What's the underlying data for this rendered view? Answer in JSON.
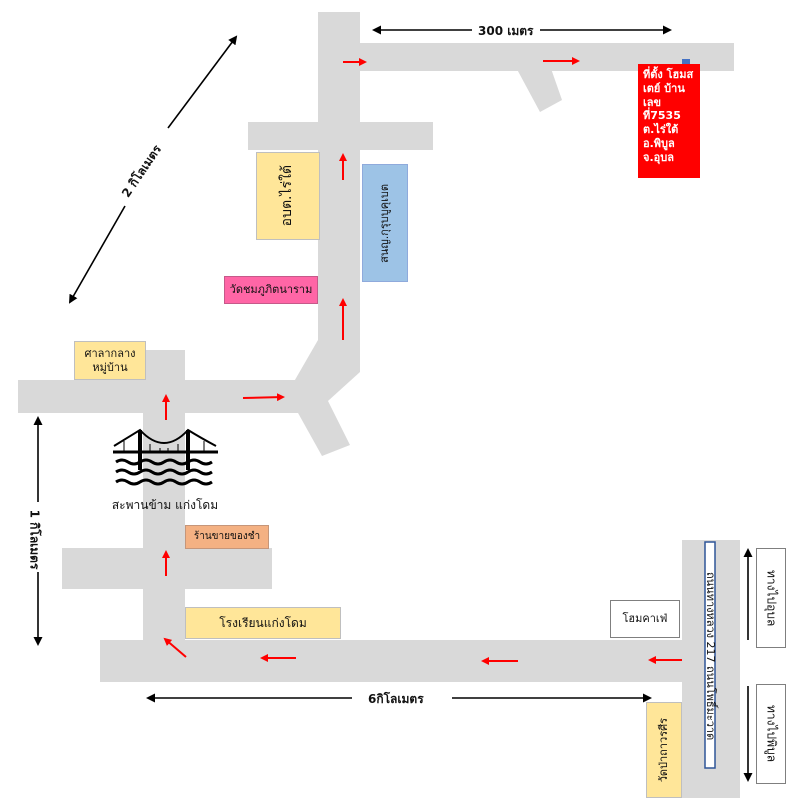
{
  "map": {
    "distances": {
      "top": "300 เมตร",
      "diagonal": "2 กิโลเมตร",
      "left": "1 กิโลเมตร",
      "bottom": "6กิโลเมตร"
    },
    "places": {
      "office": "ที่ตั้ง โฮมส เตย์ บ้านเลขที่7535 ต.ไร่ใต้ อ.พิบูล จ.อุบล",
      "aborto": "อบต.ไร่ใต้",
      "health_center": "สนญ.กุรุบบูคุเบต",
      "temple_top": "วัดชมภูภิตนาราม",
      "sala": "ศาลากลาง หมู่บ้าน",
      "bridge": "สะพานข้าม แก่งโดม",
      "shop": "ร้านขายของชำ",
      "school": "โรงเรียนแก่งโดม",
      "coffee": "โฮมคาเฟ่",
      "road_sign": "ถนนทางหลวง 217 ถนนโพธิ์มะวาด",
      "temple_bottom": "วัดป่าถาวรศีร",
      "direction_top": "ทางไปอุบล",
      "direction_bottom": "ทางไปพิบูล"
    },
    "colors": {
      "road": "#d9d9d9",
      "arrow": "#ff0000",
      "office": "#ff0000",
      "aborto": "#ffe699",
      "health_center": "#9dc3e6",
      "temple_top": "#ff66a6",
      "sala": "#ffe699",
      "shop": "#f4b183",
      "school": "#ffe699",
      "temple_bottom": "#ffe699",
      "pin": "#4472c4"
    }
  }
}
